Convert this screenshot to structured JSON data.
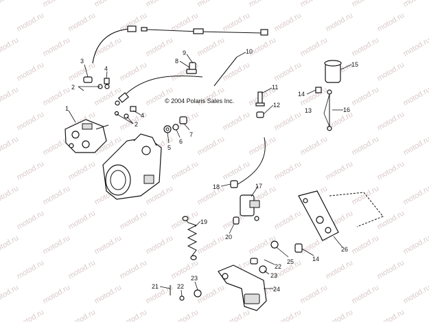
{
  "copyright": "© 2004 Polaris Sales Inc.",
  "watermark": "motod.ru",
  "callouts": [
    "1",
    "2",
    "2",
    "2",
    "3",
    "4",
    "4",
    "5",
    "6",
    "7",
    "8",
    "9",
    "10",
    "11",
    "12",
    "13",
    "14",
    "14",
    "15",
    "16",
    "17",
    "18",
    "19",
    "20",
    "21",
    "22",
    "22",
    "23",
    "23",
    "24",
    "25",
    "26"
  ]
}
